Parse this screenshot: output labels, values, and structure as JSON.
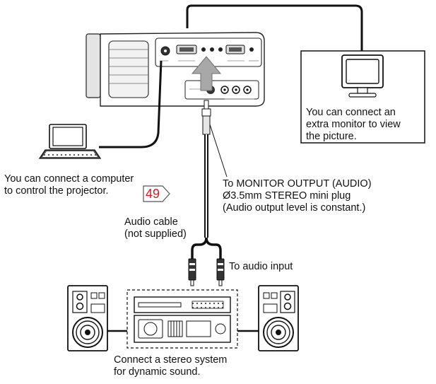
{
  "labels": {
    "monitor_note": [
      "You can connect an",
      "extra monitor to view",
      "the picture."
    ],
    "computer_note": [
      "You can connect a computer",
      "to control the projector."
    ],
    "page_ref": "49",
    "monitor_output": [
      "To MONITOR OUTPUT (AUDIO)",
      "Ø3.5mm STEREO mini plug",
      "(Audio output level is constant.)"
    ],
    "audio_cable": [
      "Audio cable",
      "(not supplied)"
    ],
    "audio_input": "To audio input",
    "stereo_note": [
      "Connect a stereo system",
      "for dynamic sound."
    ]
  },
  "colors": {
    "page_ref": "#d21e1e",
    "arrow": "#a8a8a8"
  }
}
